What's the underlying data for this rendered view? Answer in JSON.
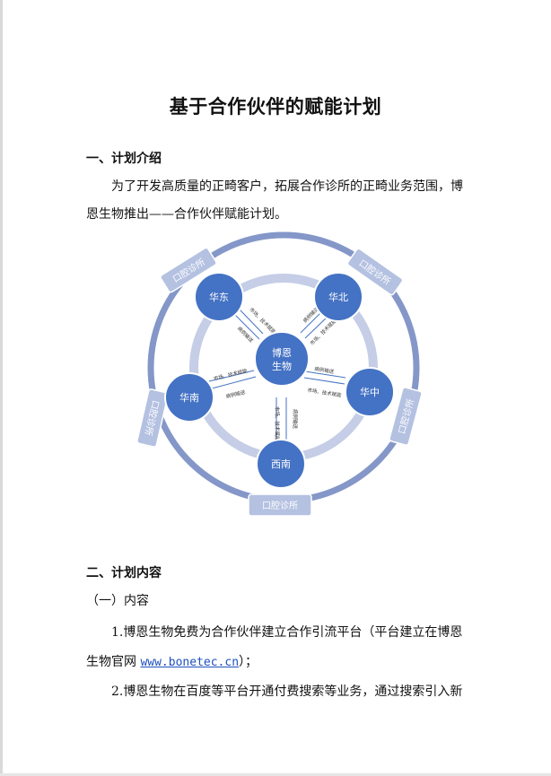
{
  "title": "基于合作伙伴的赋能计划",
  "section1": {
    "heading": "一、计划介绍",
    "paragraph": "为了开发高质量的正畸客户，拓展合作诊所的正畸业务范围，博恩生物推出——合作伙伴赋能计划。"
  },
  "diagram": {
    "center": "博恩\n生物",
    "regions": [
      "华东",
      "华北",
      "华中",
      "西南",
      "华南"
    ],
    "clinic_label": "口腔诊所",
    "arrow_labels": {
      "empower": "市场、技术赋能",
      "referral": "病例输送"
    },
    "colors": {
      "node": "#4472C4",
      "outer_ring": "#8497C8",
      "inner_ring": "#C5CEE6",
      "tag": "#B4C1E1"
    }
  },
  "section2": {
    "heading": "二、计划内容",
    "sub": "（一）内容",
    "item1_prefix": "1.博恩生物免费为合作伙伴建立合作引流平台（平台建立在博恩",
    "item1_line2_prefix": "生物官网 ",
    "item1_link": "www.bonetec.cn",
    "item1_line2_suffix": "）；",
    "item2": "2.博恩生物在百度等平台开通付费搜索等业务，通过搜索引入新"
  }
}
